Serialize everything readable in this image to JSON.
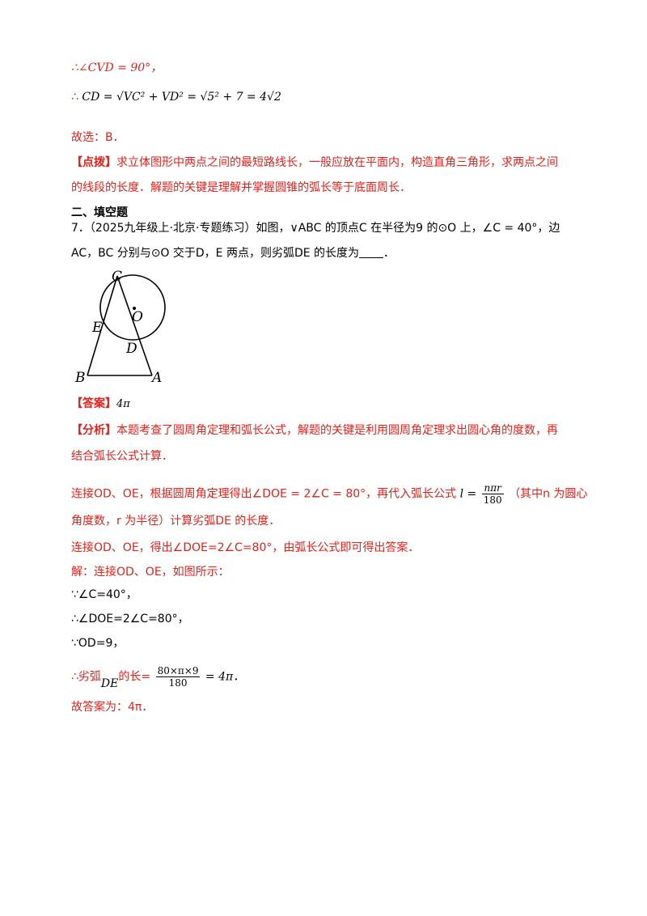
{
  "prev_solution": {
    "line1": "∴∠CVD = 90°，",
    "line2_prefix": "∴",
    "line2_math": "CD = √VC² + VD² = √5² + 7 = 4√2",
    "line3": "故选：B．"
  },
  "tip": {
    "tag": "【点拨】",
    "line1": "求立体图形中两点之间的最短路线长，一般应放在平面内，构造直角三角形，求两点之间",
    "line2": "的线段的长度．解题的关键是理解并掌握圆锥的弧长等于底面周长．"
  },
  "section_title": "二、填空题",
  "question": {
    "number": "7．",
    "source": "（2025九年级上·北京·专题练习）",
    "line1": "如图，∨ABC 的顶点C 在半径为9 的⊙O 上，∠C = 40°，边",
    "line2": "AC，BC 分别与⊙O 交于D，E 两点，则劣弧DE 的长度为",
    "line2_end": "．"
  },
  "figure_labels": {
    "C": "C",
    "O": "O",
    "E": "E",
    "D": "D",
    "B": "B",
    "A": "A"
  },
  "answer": {
    "tag": "【答案】",
    "value": "4π"
  },
  "analysis": {
    "tag": "【分析】",
    "line1": "本题考查了圆周角定理和弧长公式，解题的关键是利用圆周角定理求出圆心角的度数，再",
    "line2": "结合弧长公式计算．",
    "line3_a": "连接OD、OE，根据圆周角定理得出∠DOE = 2∠C = 80°，再代入弧长公式",
    "line3_formula_l": "l =",
    "line3_formula_num": "nπr",
    "line3_formula_den": "180",
    "line3_b": "（其中n 为圆心",
    "line4": "角度数，r 为半径）计算劣弧DE 的长度．",
    "line5": "连接OD、OE，得出∠DOE=2∠C=80°，由弧长公式即可得出答案．"
  },
  "solution": {
    "line1": "解：连接OD、OE，如图所示：",
    "line2": "∵∠C=40°，",
    "line3": "∴∠DOE=2∠C=80°，",
    "line4": "∵OD=9，",
    "line5_prefix": "∴劣弧",
    "line5_arc": "DE",
    "line5_mid": "的长=",
    "line5_num": "80×π×9",
    "line5_den": "180",
    "line5_result": "= 4π．",
    "line6": "故答案为：4π．"
  }
}
